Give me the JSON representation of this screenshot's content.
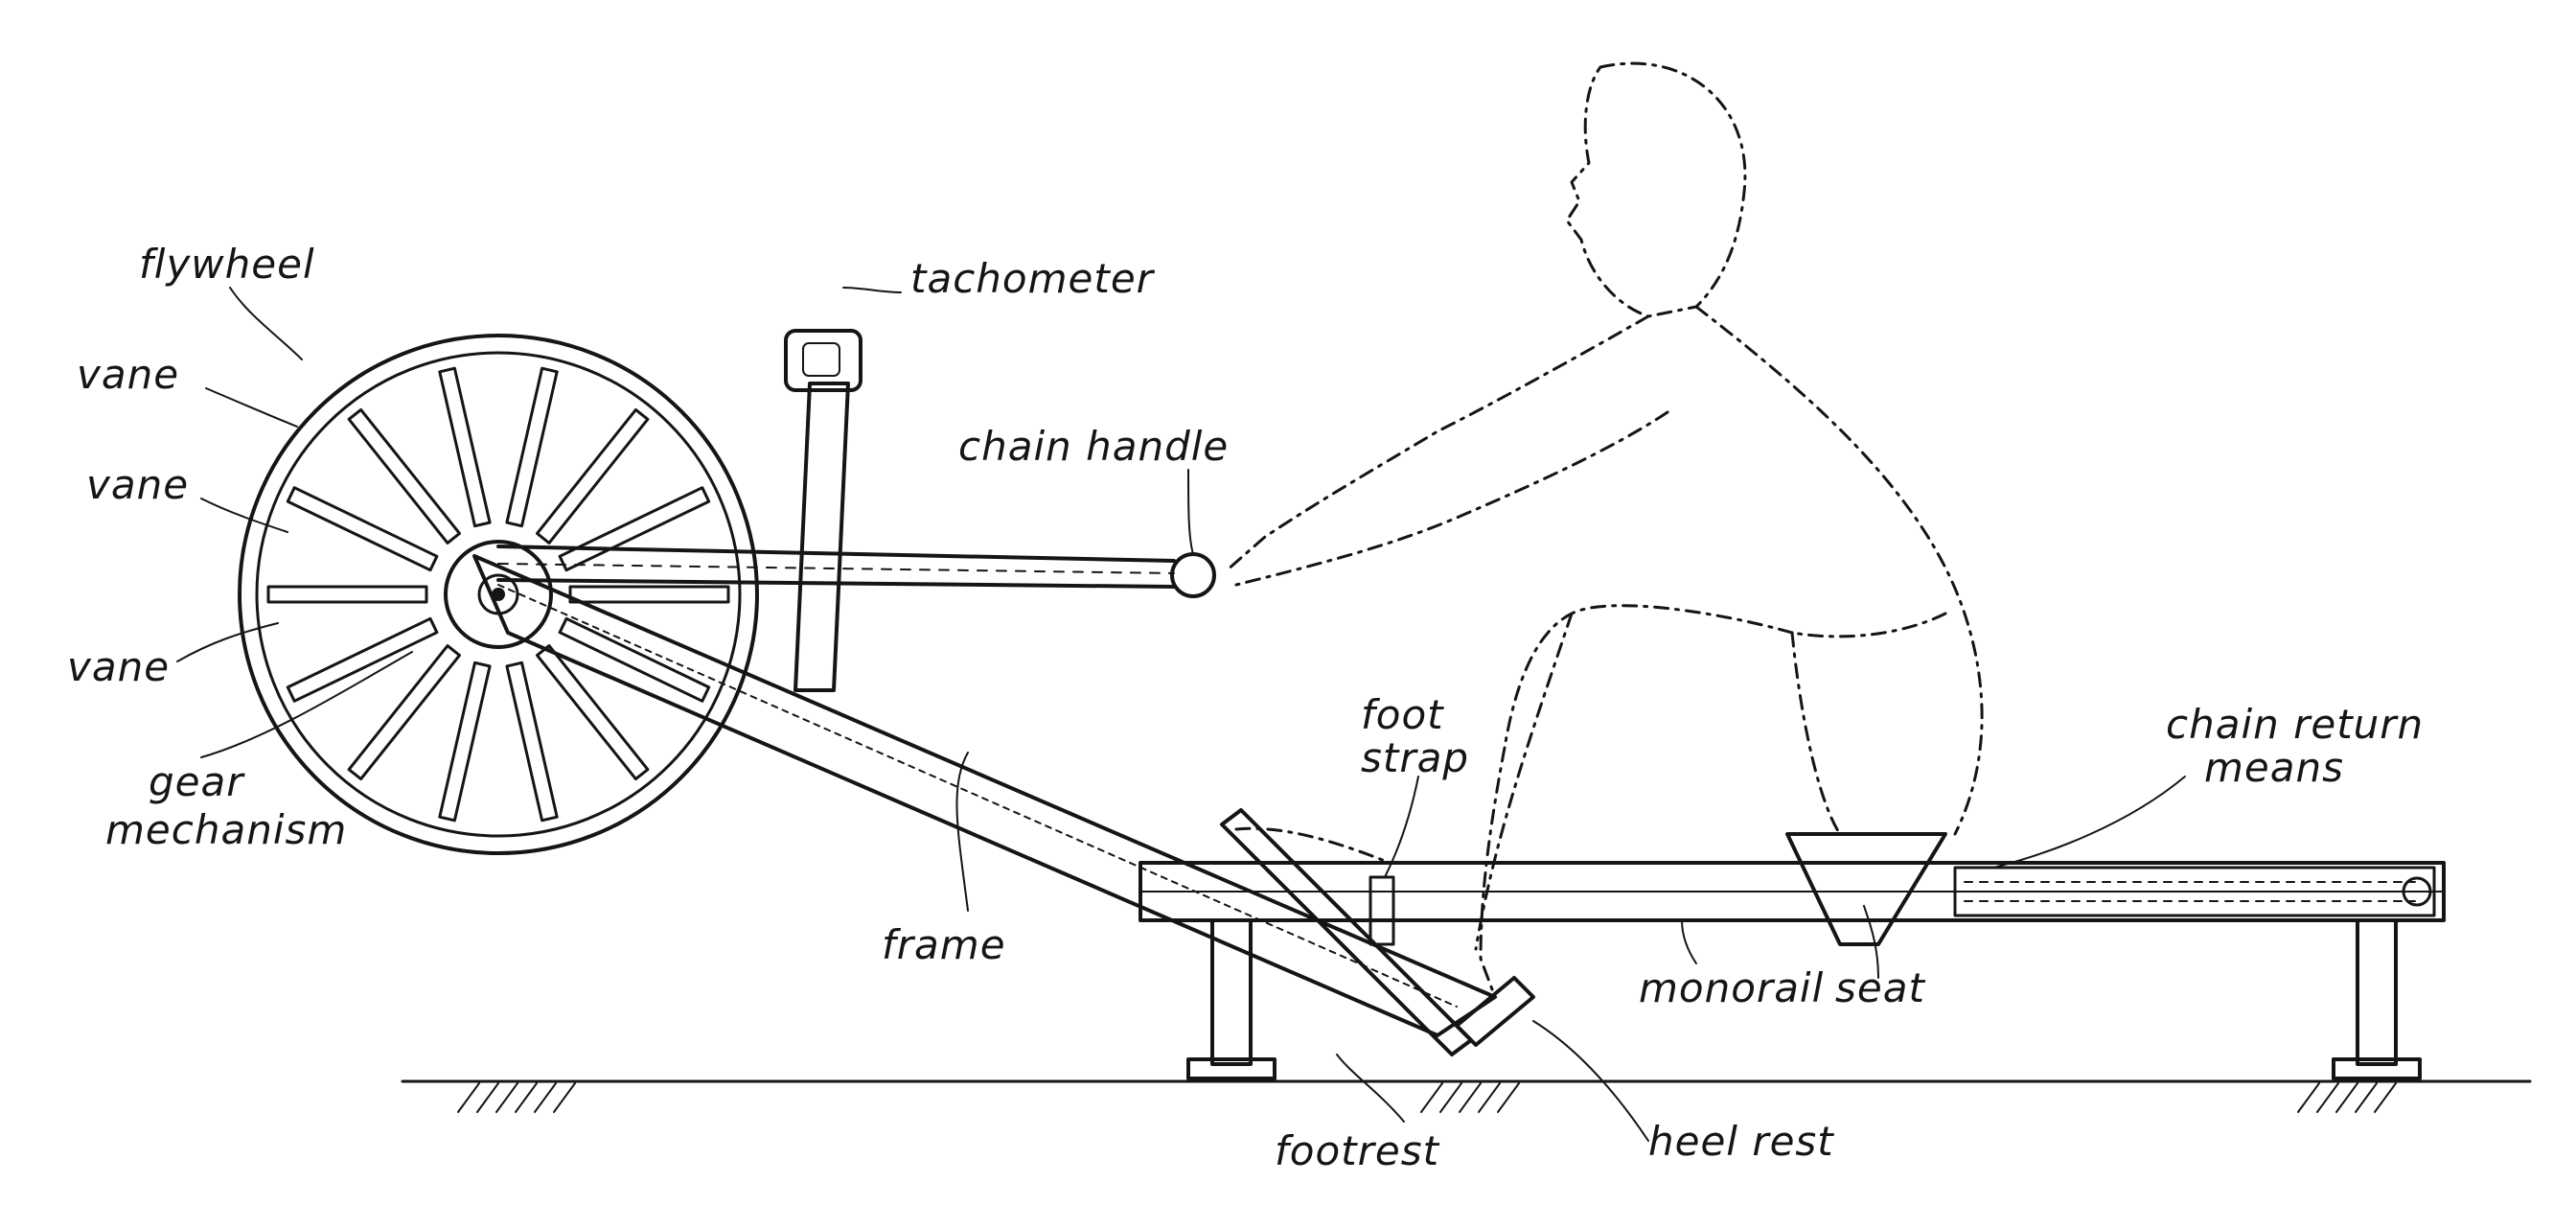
{
  "labels": {
    "flywheel": "flywheel",
    "vane_1": "vane",
    "vane_2": "vane",
    "vane_3": "vane",
    "tachometer": "tachometer",
    "chain_handle": "chain handle",
    "gear_mechanism_line1": "gear",
    "gear_mechanism_line2": "mechanism",
    "frame": "frame",
    "foot_strap_line1": "foot",
    "foot_strap_line2": "strap",
    "chain_return_line1": "chain return",
    "chain_return_line2": "means",
    "monorail": "monorail",
    "seat": "seat",
    "footrest": "footrest",
    "heel_rest": "heel rest"
  },
  "colors": {
    "ink": "#151515",
    "paper": "#ffffff"
  }
}
